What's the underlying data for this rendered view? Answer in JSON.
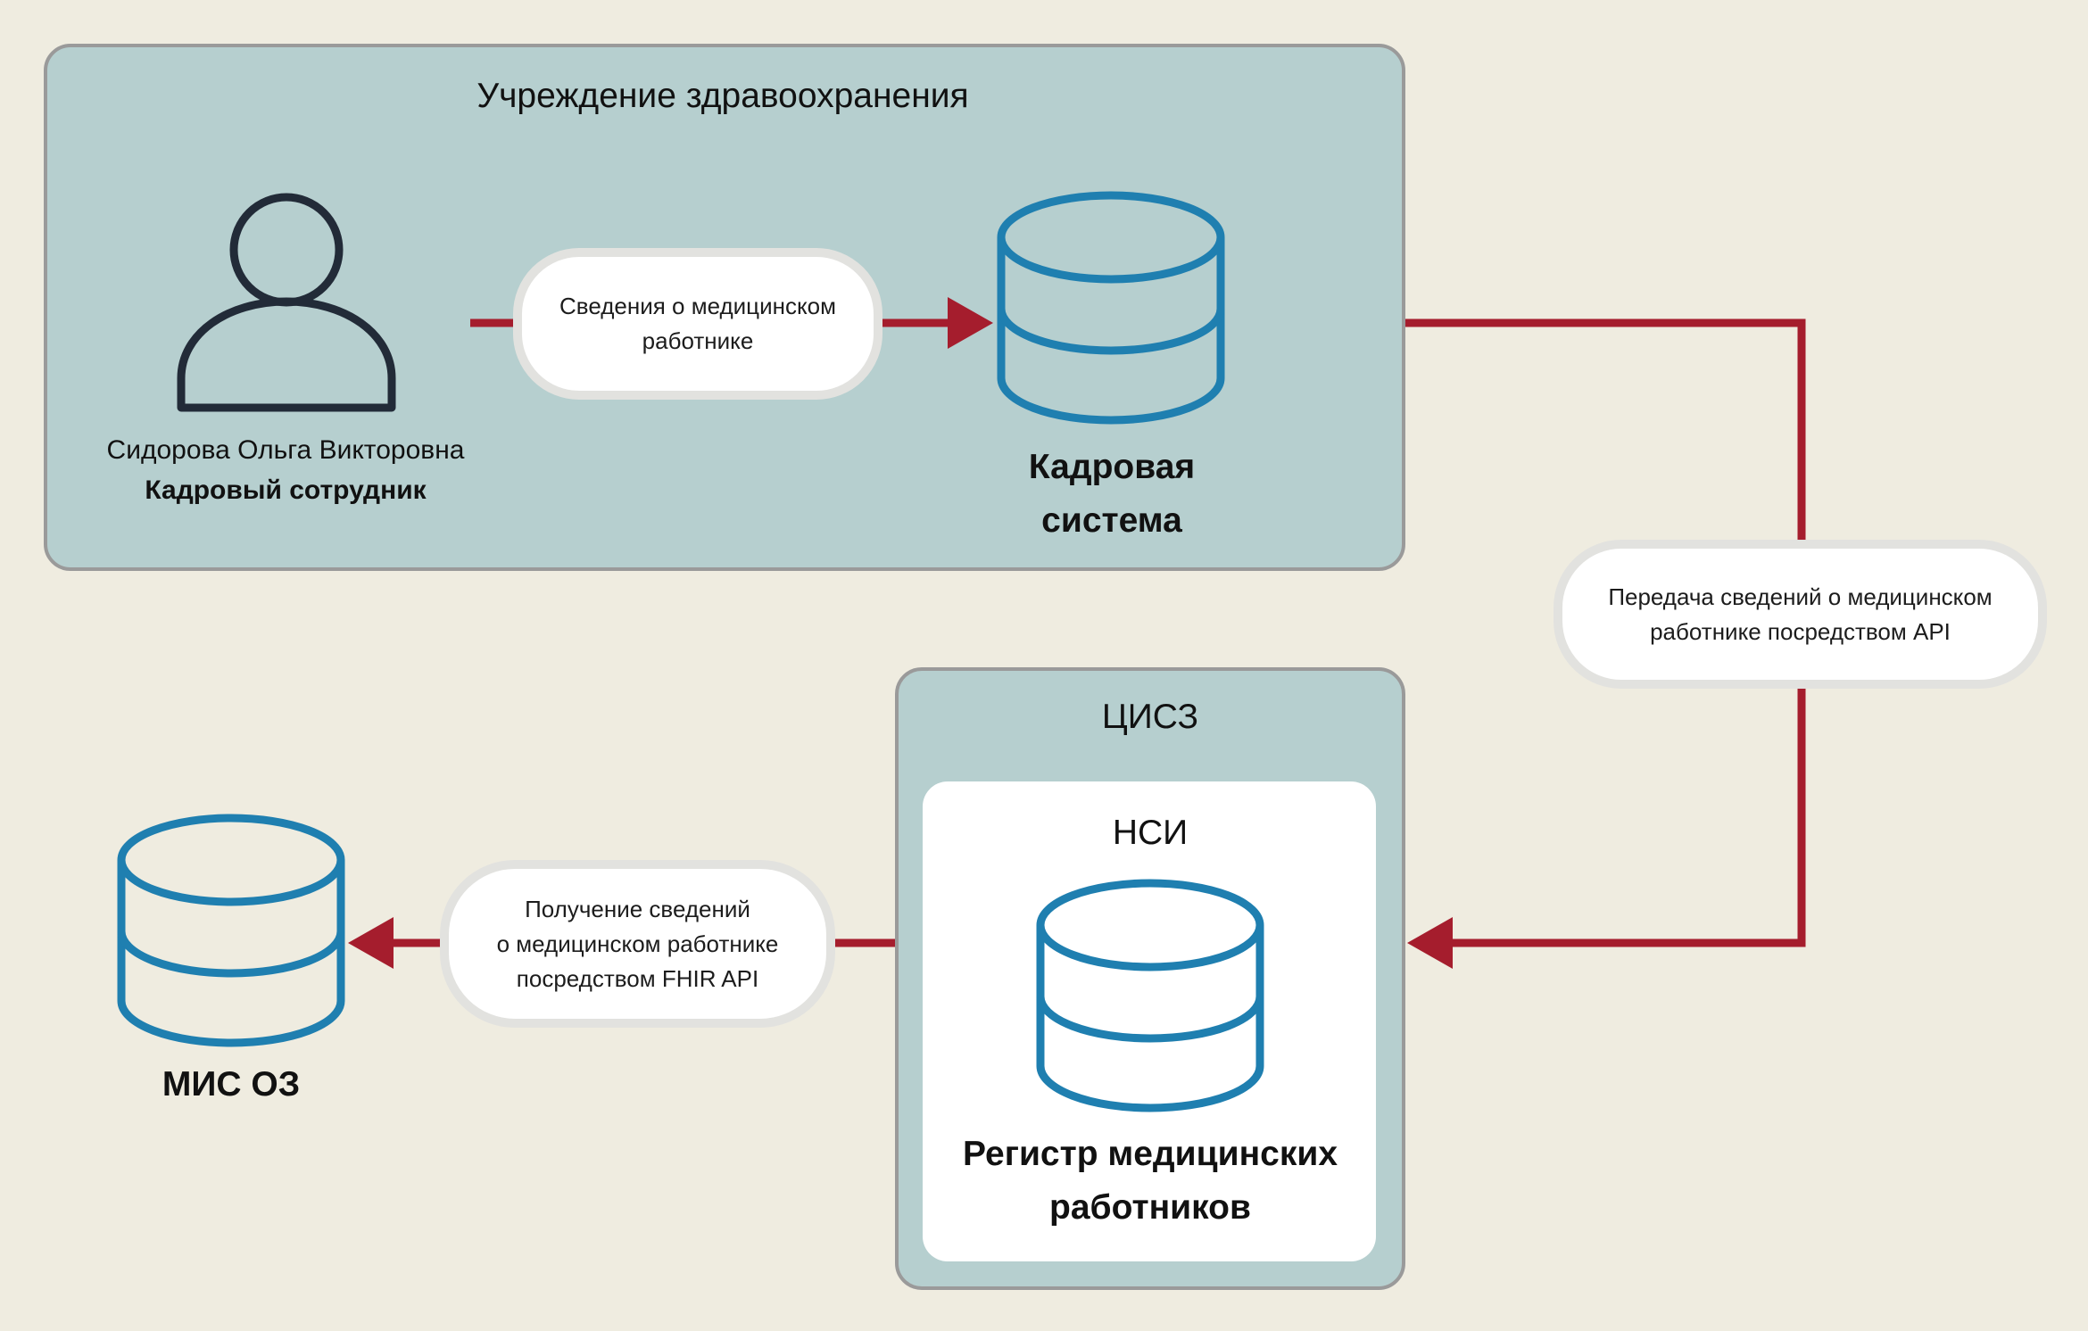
{
  "organization": {
    "title": "Учреждение здравоохранения",
    "user": {
      "name": "Сидорова Ольга Викторовна",
      "role": "Кадровый  сотрудник",
      "icon": "user-icon"
    },
    "hr_system": {
      "label": "Кадровая\nсистема",
      "icon": "database-icon"
    }
  },
  "flows": {
    "info_label": "Сведения о медицинском\nработнике",
    "api_label": "Передача сведений о медицинском\nработнике посредством API",
    "fhir_label": "Получение сведений\nо медицинском работнике\nпосредством FHIR API"
  },
  "cisz": {
    "title": "ЦИСЗ",
    "nsi": {
      "title": "НСИ",
      "registry_label": "Регистр медицинских\nработников",
      "icon": "database-icon"
    }
  },
  "mis": {
    "label": "МИС ОЗ",
    "icon": "database-icon"
  },
  "colors": {
    "background": "#efece0",
    "panel": "#b6cfcf",
    "panel_border": "#9a9a9a",
    "arrow": "#a51d2d",
    "database": "#1f7fb0",
    "user_icon": "#222b38"
  }
}
